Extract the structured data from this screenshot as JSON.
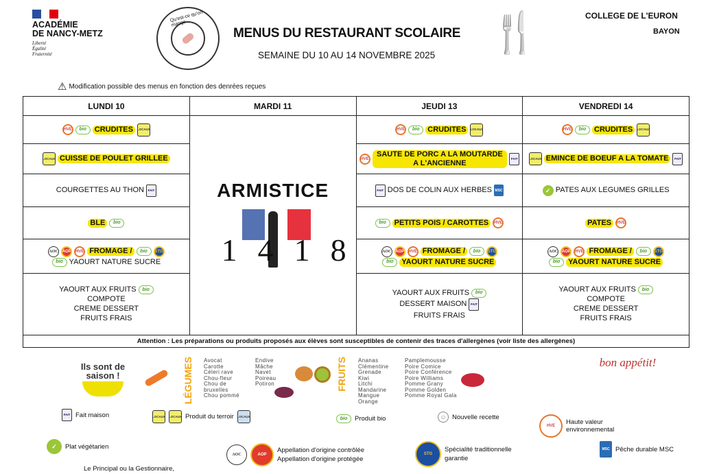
{
  "header": {
    "academy": [
      "ACADÉMIE",
      "DE NANCY-METZ"
    ],
    "motto": [
      "Liberté",
      "Égalité",
      "Fraternité"
    ],
    "plate_text": "Qu'est-ce qu'on mange",
    "title": "MENUS DU RESTAURANT SCOLAIRE",
    "subtitle": "SEMAINE DU 10 AU 14 NOVEMBRE 2025",
    "college": "COLLEGE DE L'EURON",
    "town": "BAYON",
    "warning": "Modification possible des menus en fonction des denrées reçues"
  },
  "days": [
    "LUNDI 10",
    "MARDI 11",
    "JEUDI 13",
    "VENDREDI 14"
  ],
  "holiday": {
    "title": "ARMISTICE",
    "years": "1418"
  },
  "menu": [
    [
      [
        {
          "pre": [
            "hve",
            "bio"
          ],
          "t": "CRUDITES",
          "hl": true,
          "post": [
            "local"
          ]
        }
      ],
      [
        {
          "pre": [
            "hve",
            "bio"
          ],
          "t": "CRUDITES",
          "hl": true,
          "post": [
            "local"
          ]
        }
      ],
      [
        {
          "pre": [
            "hve",
            "bio"
          ],
          "t": "CRUDITES",
          "hl": true,
          "post": [
            "local"
          ]
        }
      ]
    ],
    [
      [
        {
          "pre": [
            "local"
          ],
          "t": "CUISSE DE POULET GRILLEE",
          "hl": true,
          "post": []
        }
      ],
      [
        {
          "pre": [
            "hve"
          ],
          "t": "SAUTE DE PORC A LA MOUTARDE A L'ANCIENNE",
          "hl": true,
          "post": [
            "fait"
          ]
        }
      ],
      [
        {
          "pre": [
            "local"
          ],
          "t": "EMINCE DE BOEUF A LA TOMATE",
          "hl": true,
          "post": [
            "fait"
          ]
        }
      ]
    ],
    [
      [
        {
          "pre": [],
          "t": "COURGETTES AU THON",
          "hl": false,
          "post": [
            "fait"
          ]
        }
      ],
      [
        {
          "pre": [
            "fait"
          ],
          "t": "DOS DE COLIN AUX HERBES",
          "hl": false,
          "post": [
            "msc"
          ]
        }
      ],
      [
        {
          "pre": [
            "veg"
          ],
          "t": "PATES AUX LEGUMES GRILLES",
          "hl": false,
          "post": []
        }
      ]
    ],
    [
      [
        {
          "pre": [],
          "t": "BLE",
          "hl": true,
          "post": [
            "bio"
          ]
        }
      ],
      [
        {
          "pre": [
            "bio"
          ],
          "t": "PETITS POIS / CAROTTES",
          "hl": true,
          "post": [
            "hve"
          ]
        }
      ],
      [
        {
          "pre": [],
          "t": "PATES",
          "hl": true,
          "post": [
            "hve"
          ]
        }
      ]
    ],
    [
      [
        {
          "pre": [
            "aoc",
            "aop",
            "hve"
          ],
          "t": "FROMAGE /",
          "hl": true,
          "post": [
            "bio",
            "stg"
          ]
        },
        {
          "pre": [
            "bio"
          ],
          "t": "YAOURT NATURE SUCRE",
          "hl": false,
          "post": []
        }
      ],
      [
        {
          "pre": [
            "aoc",
            "aop",
            "hve"
          ],
          "t": "FROMAGE /",
          "hl": true,
          "post": [
            "bio",
            "stg"
          ]
        },
        {
          "pre": [
            "bio"
          ],
          "t": "YAOURT NATURE SUCRE",
          "hl": true,
          "post": []
        }
      ],
      [
        {
          "pre": [
            "aoc",
            "aop",
            "hve"
          ],
          "t": "FROMAGE /",
          "hl": true,
          "post": [
            "bio",
            "stg"
          ]
        },
        {
          "pre": [
            "bio"
          ],
          "t": "YAOURT NATURE SUCRE",
          "hl": true,
          "post": []
        }
      ]
    ],
    [
      [
        {
          "pre": [],
          "t": "YAOURT AUX FRUITS",
          "hl": false,
          "post": [
            "bio"
          ]
        },
        {
          "pre": [],
          "t": "COMPOTE",
          "hl": false,
          "post": []
        },
        {
          "pre": [],
          "t": "CREME DESSERT",
          "hl": false,
          "post": []
        },
        {
          "pre": [],
          "t": "FRUITS FRAIS",
          "hl": false,
          "post": []
        }
      ],
      [
        {
          "pre": [],
          "t": "YAOURT AUX FRUITS",
          "hl": false,
          "post": [
            "bio"
          ]
        },
        {
          "pre": [],
          "t": "DESSERT MAISON",
          "hl": false,
          "post": [
            "fait"
          ]
        },
        {
          "pre": [],
          "t": "FRUITS FRAIS",
          "hl": false,
          "post": []
        }
      ],
      [
        {
          "pre": [],
          "t": "YAOURT AUX FRUITS",
          "hl": false,
          "post": [
            "bio"
          ]
        },
        {
          "pre": [],
          "t": "COMPOTE",
          "hl": false,
          "post": []
        },
        {
          "pre": [],
          "t": "CREME DESSERT",
          "hl": false,
          "post": []
        },
        {
          "pre": [],
          "t": "FRUITS FRAIS",
          "hl": false,
          "post": []
        }
      ]
    ]
  ],
  "attention": "Attention : Les préparations ou produits proposés aux élèves sont susceptibles de contenir des traces d'allergènes (voir liste des allergènes)",
  "season": {
    "title": "Ils sont de saison !",
    "veg_label": "LÉGUMES",
    "veg1": "Avocat\nCarotte\nCéleri rave\nChou-fleur\nChou de\nbruxelles\nChou pommé",
    "veg2": "Endive\nMâche\nNavet\nPoireau\nPotiron",
    "fruit_label": "FRUITS",
    "fruit1": "Ananas\nClémentine\nGrenade\nKiwi\nLitchi\nMandarine\nMangue\nOrange",
    "fruit2": "Pamplemousse\nPoire Comice\nPoire Conférence\nPoire Williams\nPomme Grany\nPomme Golden\nPomme Royal Gala"
  },
  "bon_appetit": "bon appétit!",
  "legend": {
    "fait": "Fait maison",
    "terroir": "Produit du terroir",
    "bio": "Produit bio",
    "nouvelle": "Nouvelle recette",
    "hve": "Haute valeur environnemental",
    "veg": "Plat végétarien",
    "aoc": "Appellation d'origine contrôlée",
    "aop": "Appellation d'origine protégée",
    "stg": "Spécialité traditionnelle garantie",
    "msc": "Pêche durable MSC"
  },
  "signature": "Le Principal ou la Gestionnaire,",
  "icon_text": {
    "hve": "HVE",
    "bio": "bio",
    "local": "LOCAUX",
    "fait": "FAIT",
    "msc": "MSC",
    "veg": "✓",
    "aoc": "AOC",
    "aop": "AOP",
    "stg": "STG"
  }
}
